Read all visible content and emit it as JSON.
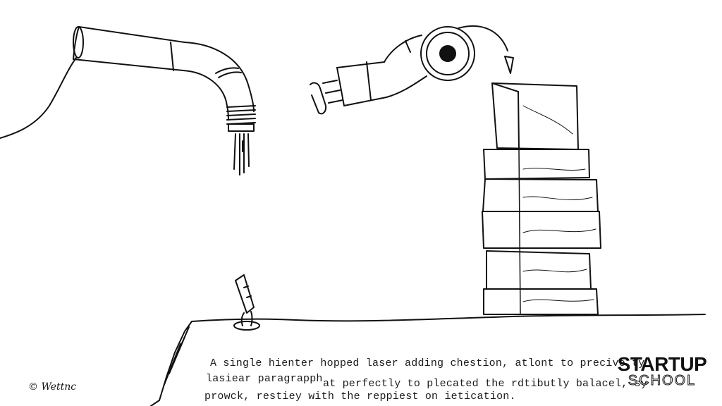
{
  "caption": {
    "line1": "A single hienter hopped laser adding chestion, atlont to precive ty",
    "line2a": "lasiear paragrapph",
    "line2b": "at perfectly to plecated the rdtibutly balacel, sy",
    "line3": "prowck, restiey with the reppiest on ietication."
  },
  "signature": "© Wettnc",
  "logo": {
    "top": "STARTUP",
    "bottom": "SCHOOL"
  },
  "colors": {
    "ink": "#111111",
    "paper": "#ffffff"
  }
}
